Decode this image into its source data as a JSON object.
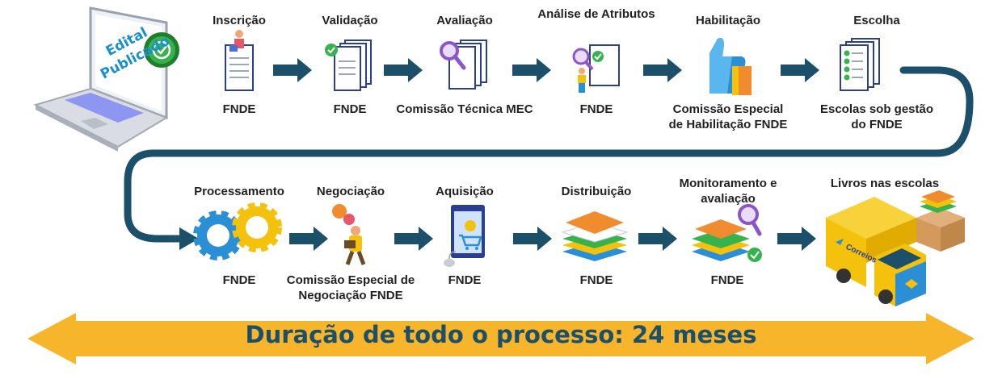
{
  "start": {
    "label_line1": "Edital",
    "label_line2": "Publicado"
  },
  "row1": [
    {
      "title": "Inscrição",
      "sub": "FNDE",
      "icon": "person-on-document-icon"
    },
    {
      "title": "Validação",
      "sub": "FNDE",
      "icon": "validated-documents-icon"
    },
    {
      "title": "Avaliação",
      "sub": "Comissão Técnica MEC",
      "icon": "magnifier-documents-icon"
    },
    {
      "title": "Análise de Atributos",
      "sub": "FNDE",
      "icon": "person-analyzing-document-icon"
    },
    {
      "title": "Habilitação",
      "sub": "Comissão Especial de Habilitação FNDE",
      "icon": "thumbs-up-icon"
    },
    {
      "title": "Escolha",
      "sub": "Escolas sob gestão do FNDE",
      "icon": "checklist-icon"
    }
  ],
  "row2": [
    {
      "title": "Processamento",
      "sub": "FNDE",
      "icon": "gears-icon"
    },
    {
      "title": "Negociação",
      "sub": "Comissão Especial de Negociação FNDE",
      "icon": "negotiation-person-icon"
    },
    {
      "title": "Aquisição",
      "sub": "FNDE",
      "icon": "online-purchase-icon"
    },
    {
      "title": "Distribuição",
      "sub": "FNDE",
      "icon": "book-stack-icon"
    },
    {
      "title": "Monitoramento e avaliação",
      "sub": "FNDE",
      "icon": "books-magnifier-icon"
    },
    {
      "title": "Livros nas escolas",
      "sub": "",
      "icon": "delivery-truck-icon"
    }
  ],
  "truck": {
    "brand": "Correios"
  },
  "banner": {
    "text": "Duração de todo o processo: 24 meses"
  },
  "colors": {
    "navy": "#1b4f6a",
    "banner": "#f7b52c",
    "blue": "#2a8fd4",
    "green": "#37b24d",
    "yellow": "#f4c20d",
    "orange": "#f08c2e",
    "gray": "#c8ccd4"
  }
}
